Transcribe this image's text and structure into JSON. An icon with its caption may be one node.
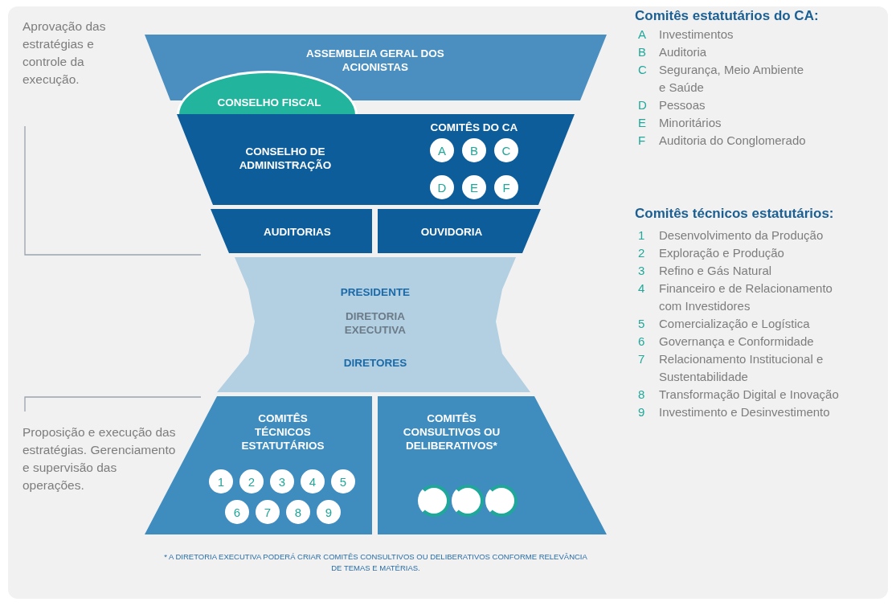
{
  "diagram": {
    "nodes": [
      {
        "text": [
          "ASSEMBLEIA GERAL DOS ACIONISTAS"
        ]
      },
      {
        "text": [
          "CONSELHO FISCAL"
        ]
      },
      {
        "text": [
          "CONSELHO DE ADMINISTRAÇÃO",
          "COMITÊS DO CA"
        ]
      },
      {
        "text": [
          "A"
        ],
        "in": 2
      },
      {
        "text": [
          "B"
        ],
        "in": 2
      },
      {
        "text": [
          "C"
        ],
        "in": 2
      },
      {
        "text": [
          "D"
        ],
        "in": 2
      },
      {
        "text": [
          "E"
        ],
        "in": 2
      },
      {
        "text": [
          "F"
        ],
        "in": 2
      },
      {
        "text": [
          "AUDITORIAS"
        ]
      },
      {
        "text": [
          "OUVIDORIA"
        ]
      },
      {
        "text": [
          "PRESIDENTE",
          "DIRETORIA EXECUTIVA",
          "DIRETORES"
        ]
      },
      {
        "text": [
          "COMITÊS TÉCNICOS ESTATUTÁRIOS"
        ]
      },
      {
        "text": [
          "1"
        ],
        "in": 12
      },
      {
        "text": [
          "2"
        ],
        "in": 12
      },
      {
        "text": [
          "3"
        ],
        "in": 12
      },
      {
        "text": [
          "4"
        ],
        "in": 12
      },
      {
        "text": [
          "5"
        ],
        "in": 12
      },
      {
        "text": [
          "6"
        ],
        "in": 12
      },
      {
        "text": [
          "7"
        ],
        "in": 12
      },
      {
        "text": [
          "8"
        ],
        "in": 12
      },
      {
        "text": [
          "9"
        ],
        "in": 12
      },
      {
        "text": [
          "COMITÊS CONSULTIVOS OU DELIBERATIVOS*"
        ]
      },
      {
        "text": [],
        "shape": "circle",
        "in": 22
      },
      {
        "text": [],
        "shape": "circle",
        "in": 22
      },
      {
        "text": [],
        "shape": "circle",
        "in": 22
      }
    ],
    "edges": [],
    "labels": [
      "Aprovação das estratégias e controle da execução.",
      "Proposição e execução das estratégias. Gerenciamento e supervisão das operações.",
      "* A DIRETORIA EXECUTIVA PODERÁ CRIAR COMITÊS CONSULTIVOS OU DELIBERATIVOS CONFORME RELEVÂNCIA DE TEMAS E MATÉRIAS.",
      "Comitês estatutários do CA:",
      "A",
      "Investimentos",
      "B",
      "Auditoria",
      "C",
      "Segurança, Meio Ambiente e Saúde",
      "D",
      "Pessoas",
      "E",
      "Minoritários",
      "F",
      "Auditoria do Conglomerado",
      "Comitês técnicos estatutários:",
      "1",
      "Desenvolvimento da Produção",
      "2",
      "Exploração e Produção",
      "3",
      "Refino e Gás Natural",
      "4",
      "Financeiro e de Relacionamento com Investidores",
      "5",
      "Comercialização e Logística",
      "6",
      "Governança e Conformidade",
      "7",
      "Relacionamento Institucional e Sustentabilidade",
      "8",
      "Transformação Digital e Inovação",
      "9",
      "Investimento e Desinvestimento"
    ]
  }
}
